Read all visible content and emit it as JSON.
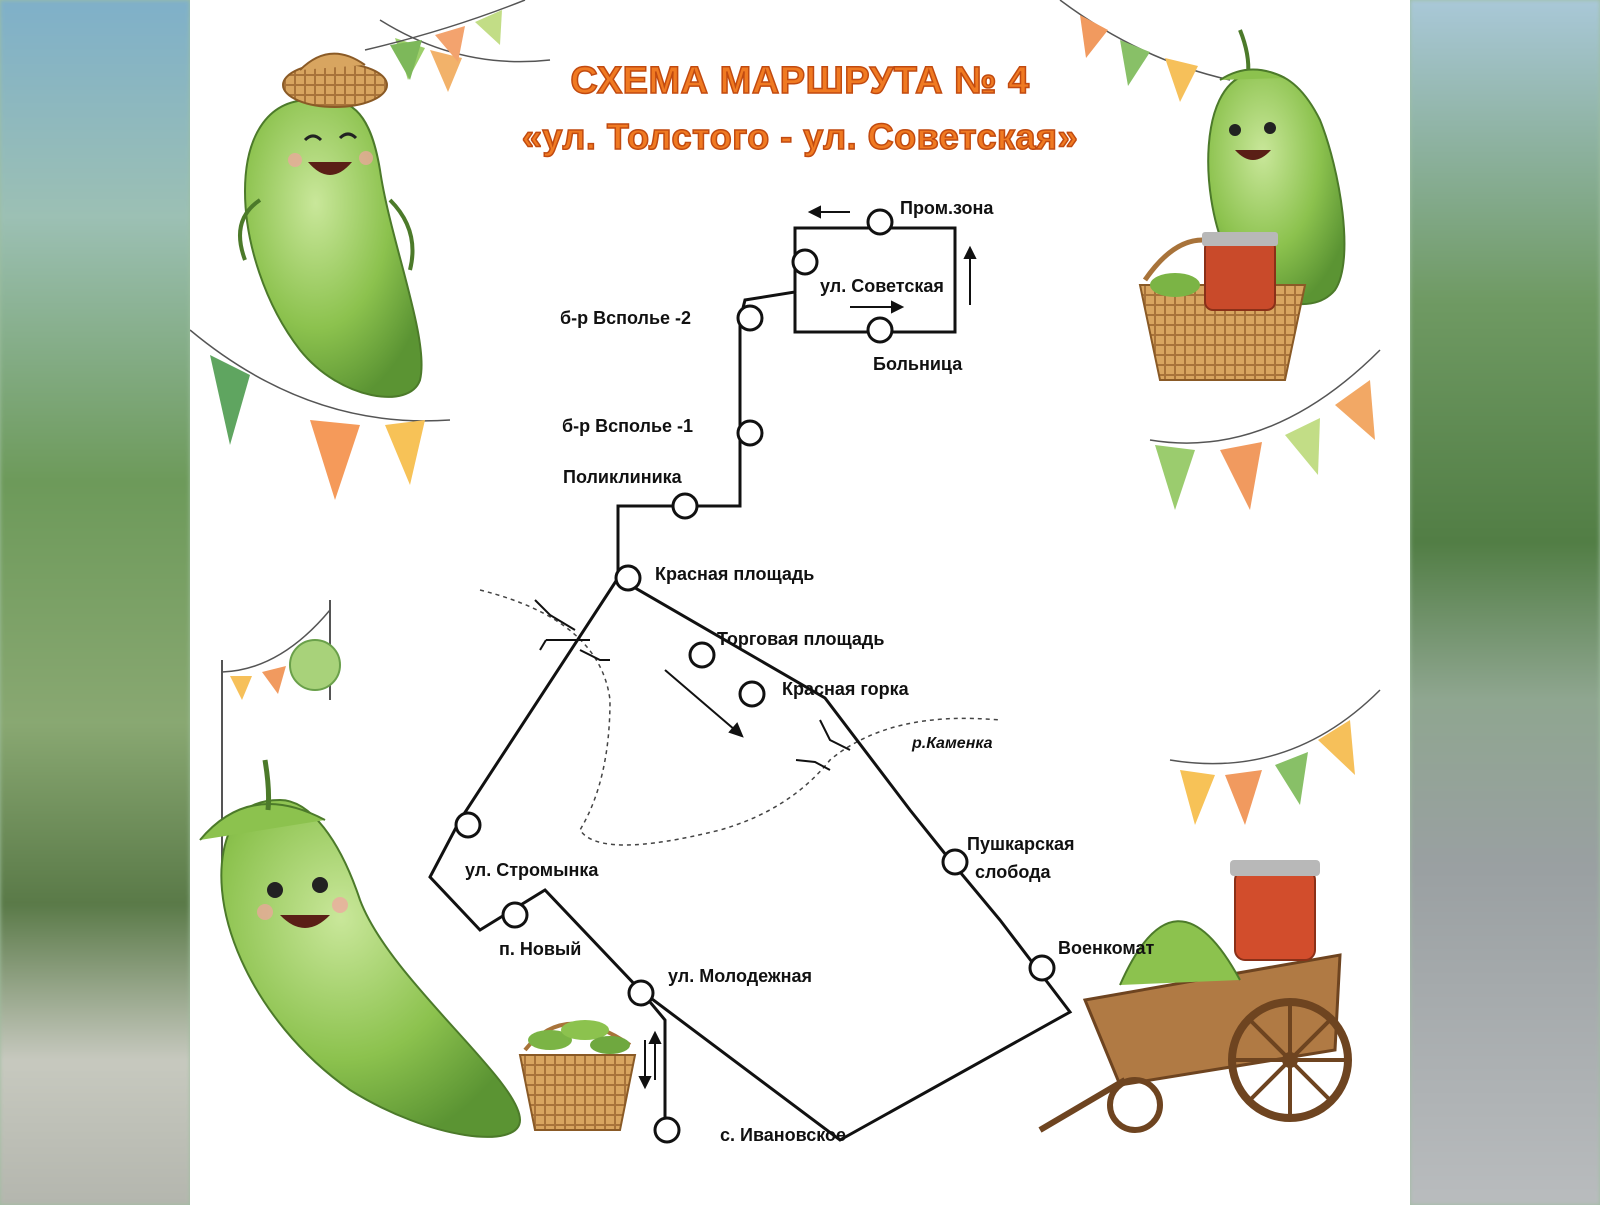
{
  "title": {
    "line1": "СХЕМА МАРШРУТА № 4",
    "line2": "«ул. Толстого - ул. Советская»"
  },
  "stops": [
    "Пром.зона",
    "ул. Советская",
    "б-р Всполье -2",
    "Больница",
    "б-р Всполье -1",
    "Поликлиника",
    "Красная площадь",
    "Торговая площадь",
    "Красная горка",
    "ул. Стромынка",
    "п. Новый",
    "ул. Молодежная",
    "Пушкарская",
    "слобода",
    "Военкомат",
    "с. Ивановское"
  ],
  "river": "р.Каменка",
  "colors": {
    "title": "#f07a22",
    "route": "#111111",
    "cucumber": "#8cc24e"
  }
}
